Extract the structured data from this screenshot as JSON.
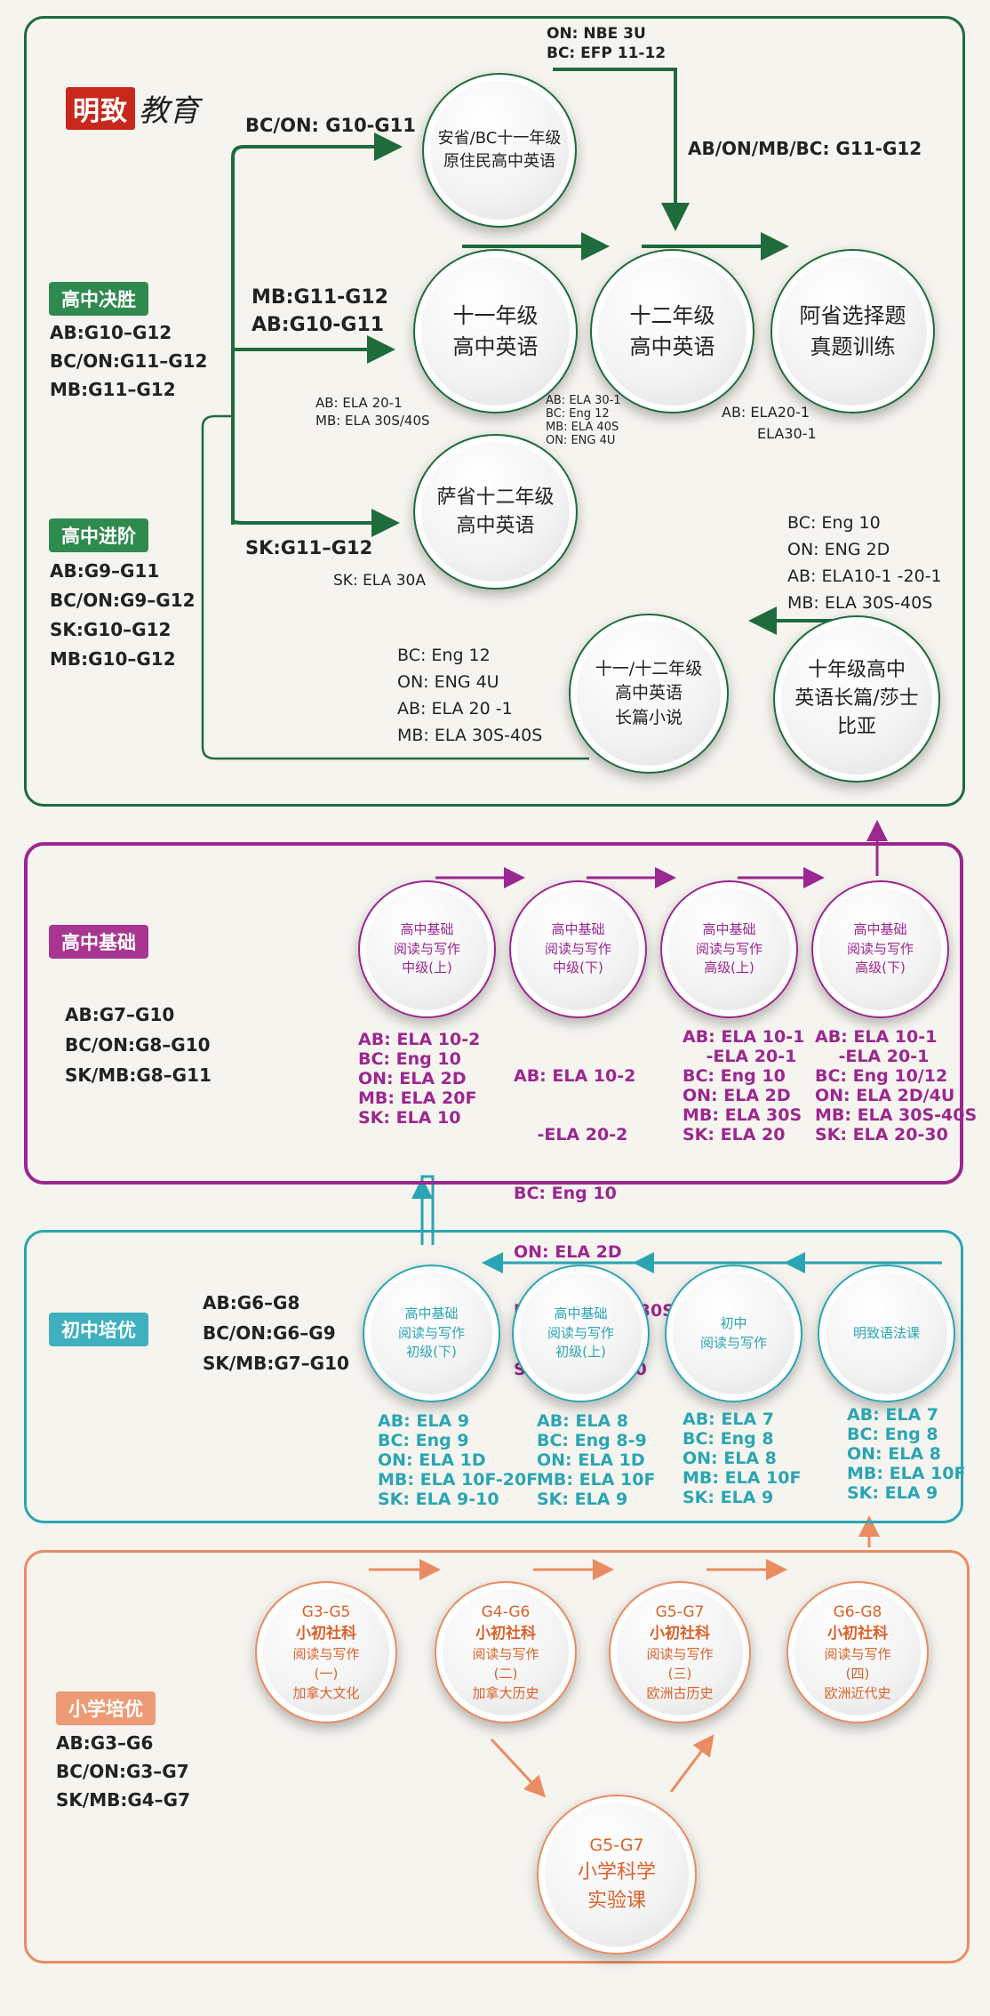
{
  "logo": {
    "text_box": "明致",
    "text_script": "教育"
  },
  "senior": {
    "tag_final": "高中决胜",
    "final_grades": [
      "AB:G10–G12",
      "BC/ON:G11–G12",
      "MB:G11–G12"
    ],
    "tag_adv": "高中进阶",
    "adv_grades": [
      "AB:G9–G11",
      "BC/ON:G9–G12",
      "SK:G10–G12",
      "MB:G10–G12"
    ],
    "branch_bc_on": "BC/ON: G10-G11",
    "branch_mb_ab": [
      "MB:G11-G12",
      "AB:G10-G11"
    ],
    "branch_sk": "SK:G11–G12",
    "top_note": [
      "ON: NBE 3U",
      "BC: EFP 11-12"
    ],
    "right_note": "AB/ON/MB/BC:  G11-G12",
    "circle_indigenous": [
      "安省/BC十一年级",
      "原住民高中英语"
    ],
    "circle_g11": [
      "十一年级",
      "高中英语"
    ],
    "circle_g12": [
      "十二年级",
      "高中英语"
    ],
    "circle_ab_exam": [
      "阿省选择题",
      "真题训练"
    ],
    "circle_sk12": [
      "萨省十二年级",
      "高中英语"
    ],
    "circle_novel": [
      "十一/十二年级",
      "高中英语",
      "长篇小说"
    ],
    "circle_g10": [
      "十年级高中",
      "英语长篇/莎士",
      "比亚"
    ],
    "code_g11": [
      "AB: ELA 20-1",
      "MB: ELA 30S/40S"
    ],
    "code_g12": [
      "AB: ELA 30-1",
      "BC: Eng 12",
      "MB: ELA 40S",
      "ON: ENG 4U"
    ],
    "code_ab_exam": [
      "AB:  ELA20-1",
      "ELA30-1"
    ],
    "code_sk12": "SK:  ELA 30A",
    "code_g10": [
      "BC:  Eng 10",
      "ON: ENG 2D",
      "AB:  ELA10-1 -20-1",
      "MB:  ELA 30S-40S"
    ],
    "code_novel": [
      "BC:  Eng 12",
      "ON: ENG 4U",
      "AB:  ELA 20 -1",
      "MB:  ELA 30S-40S"
    ]
  },
  "foundation": {
    "tag": "高中基础",
    "grades": [
      "AB:G7–G10",
      "BC/ON:G8–G10",
      "SK/MB:G8–G11"
    ],
    "circles": [
      {
        "lines": [
          "高中基础",
          "阅读与写作",
          "中级(上)"
        ],
        "codes": [
          "AB: ELA 10-2",
          "BC: Eng 10",
          "ON: ELA 2D",
          "MB: ELA 20F",
          "SK: ELA 10"
        ]
      },
      {
        "lines": [
          "高中基础",
          "阅读与写作",
          "中级(下)"
        ],
        "codes": [
          "AB: ELA 10-2",
          "    -ELA 20-2",
          "BC: Eng 10",
          "ON: ELA 2D",
          "MB: ELA 20F-30S",
          "SK: ELA 10-20"
        ]
      },
      {
        "lines": [
          "高中基础",
          "阅读与写作",
          "高级(上)"
        ],
        "codes": [
          "AB: ELA 10-1",
          "    -ELA 20-1",
          "BC: Eng 10",
          "ON: ELA 2D",
          "MB: ELA 30S",
          "SK: ELA 20"
        ]
      },
      {
        "lines": [
          "高中基础",
          "阅读与写作",
          "高级(下)"
        ],
        "codes": [
          "AB: ELA 10-1",
          "    -ELA 20-1",
          "BC: Eng 10/12",
          "ON: ELA 2D/4U",
          "MB: ELA 30S-40S",
          "SK: ELA 20-30"
        ]
      }
    ]
  },
  "junior": {
    "tag": "初中培优",
    "grades": [
      "AB:G6–G8",
      "BC/ON:G6–G9",
      "SK/MB:G7–G10"
    ],
    "circles": [
      {
        "lines": [
          "高中基础",
          "阅读与写作",
          "初级(下)"
        ],
        "codes": [
          "AB: ELA 9",
          "BC: Eng 9",
          "ON: ELA 1D",
          "MB: ELA 10F-20F",
          "SK: ELA 9-10"
        ]
      },
      {
        "lines": [
          "高中基础",
          "阅读与写作",
          "初级(上)"
        ],
        "codes": [
          "AB: ELA 8",
          "BC: Eng 8-9",
          "ON: ELA 1D",
          "MB: ELA 10F",
          "SK: ELA 9"
        ]
      },
      {
        "lines": [
          "初中",
          "阅读与写作"
        ],
        "codes": [
          "AB: ELA 7",
          "BC: Eng 8",
          "ON: ELA 8",
          "MB: ELA 10F",
          "SK: ELA 9"
        ]
      },
      {
        "lines": [
          "明致语法课"
        ],
        "codes": [
          "AB: ELA 7",
          "BC: Eng 8",
          "ON: ELA 8",
          "MB: ELA 10F",
          "SK: ELA 9"
        ]
      }
    ]
  },
  "primary": {
    "tag": "小学培优",
    "grades": [
      "AB:G3–G6",
      "BC/ON:G3–G7",
      "SK/MB:G4–G7"
    ],
    "circles": [
      {
        "lines": [
          "G3-G5",
          "小初社科",
          "阅读与写作",
          "(一)",
          "加拿大文化"
        ]
      },
      {
        "lines": [
          "G4-G6",
          "小初社科",
          "阅读与写作",
          "(二)",
          "加拿大历史"
        ]
      },
      {
        "lines": [
          "G5-G7",
          "小初社科",
          "阅读与写作",
          "(三)",
          "欧洲古历史"
        ]
      },
      {
        "lines": [
          "G6-G8",
          "小初社科",
          "阅读与写作",
          "(四)",
          "欧洲近代史"
        ]
      }
    ],
    "science": [
      "G5-G7",
      "小学科学",
      "实验课"
    ]
  },
  "colors": {
    "green": "#1e6b3c",
    "green_tag": "#2f8a4f",
    "purple": "#9b2790",
    "purple_tag": "#a8358f",
    "teal": "#2aa5b3",
    "teal_tag": "#3fb0bf",
    "orange": "#e98c62",
    "orange_tag": "#ee9a74",
    "orange_text": "#d9622b"
  }
}
